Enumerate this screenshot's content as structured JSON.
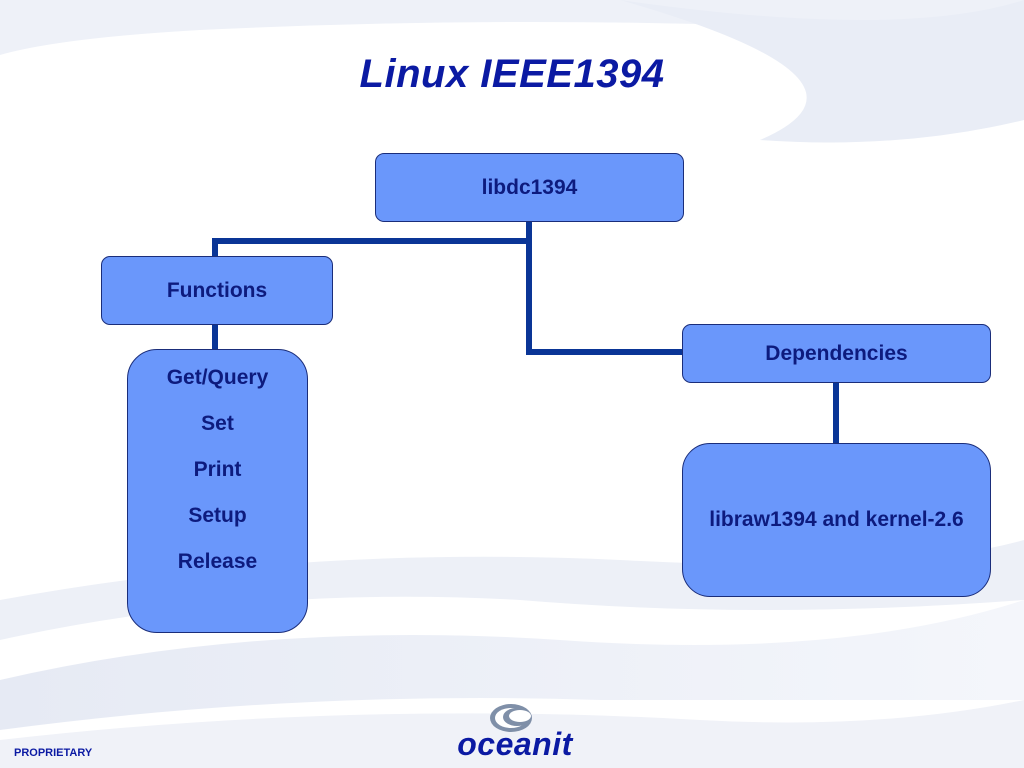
{
  "slide": {
    "title": "Linux IEEE1394",
    "footer": "PROPRIETARY",
    "logo_text": "oceanit"
  },
  "diagram": {
    "root": {
      "label": "libdc1394"
    },
    "functions": {
      "label": "Functions",
      "items": [
        "Get/Query",
        "Set",
        "Print",
        "Setup",
        "Release"
      ]
    },
    "dependencies": {
      "label": "Dependencies",
      "child": "libraw1394 and kernel-2.6"
    }
  },
  "colors": {
    "title": "#0b1aa3",
    "box_fill": "#6a97fb",
    "box_text": "#0d1b7e",
    "connector": "#0a3596"
  },
  "icons": {
    "logo_mark": "oceanit-logo-icon"
  }
}
